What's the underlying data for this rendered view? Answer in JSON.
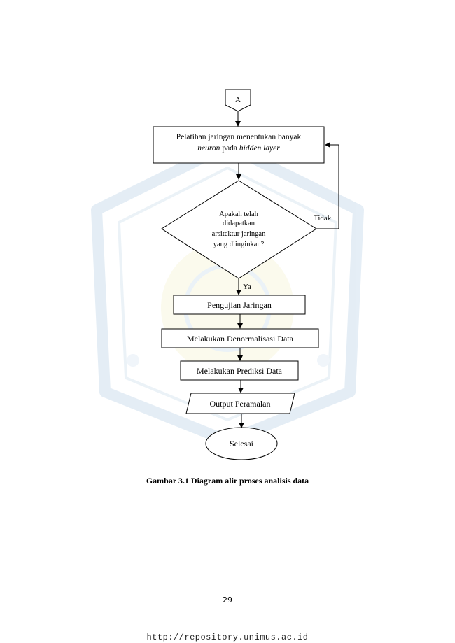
{
  "watermark": {
    "icon": "university-seal-watermark",
    "color": "#cfe0ee",
    "accent_color": "#f2eec8"
  },
  "flowchart": {
    "connector_label": "A",
    "step_train_line1": "Pelatihan jaringan menentukan banyak",
    "step_train_line2_em1": "neuron",
    "step_train_line2_mid": " pada ",
    "step_train_line2_em2": "hidden layer",
    "decision_lines": [
      "Apakah telah",
      "didapatkan",
      "arsitektur jaringan",
      "yang diinginkan?"
    ],
    "label_no": "Tidak",
    "label_yes": "Ya",
    "step_test": "Pengujian Jaringan",
    "step_denorm": "Melakukan Denormalisasi Data",
    "step_predict": "Melakukan Prediksi Data",
    "io_output": "Output Peramalan",
    "end_label": "Selesai"
  },
  "caption": "Gambar 3.1 Diagram alir proses analisis data",
  "page_number": "29",
  "footer_url": "http://repository.unimus.ac.id"
}
